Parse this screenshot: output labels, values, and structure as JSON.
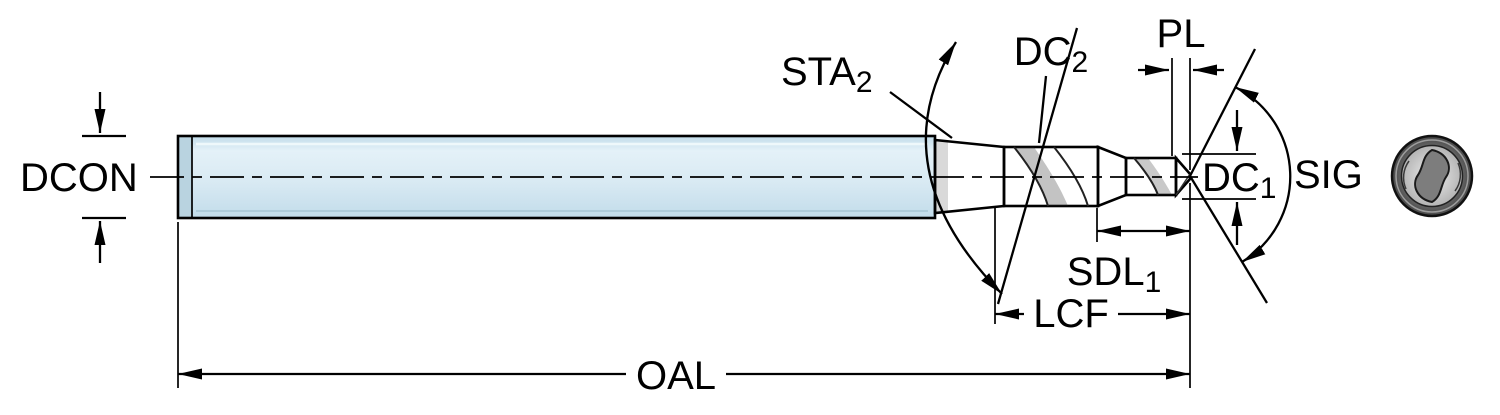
{
  "diagram": {
    "labels": {
      "dcon": {
        "text": "DCON",
        "sub": ""
      },
      "sta2": {
        "text": "STA",
        "sub": "2"
      },
      "dc2": {
        "text": "DC",
        "sub": "2"
      },
      "pl": {
        "text": "PL",
        "sub": ""
      },
      "dc1": {
        "text": "DC",
        "sub": "1"
      },
      "sig": {
        "text": "SIG",
        "sub": ""
      },
      "sdl1": {
        "text": "SDL",
        "sub": "1"
      },
      "lcf": {
        "text": "LCF",
        "sub": ""
      },
      "oal": {
        "text": "OAL",
        "sub": ""
      }
    },
    "colors": {
      "background": "#ffffff",
      "line": "#000000",
      "shank_light": "#e4f1f8",
      "shank_dark": "#c2dcea",
      "metal_light": "#e9e9e9",
      "metal_dark": "#8e8e8e"
    }
  }
}
